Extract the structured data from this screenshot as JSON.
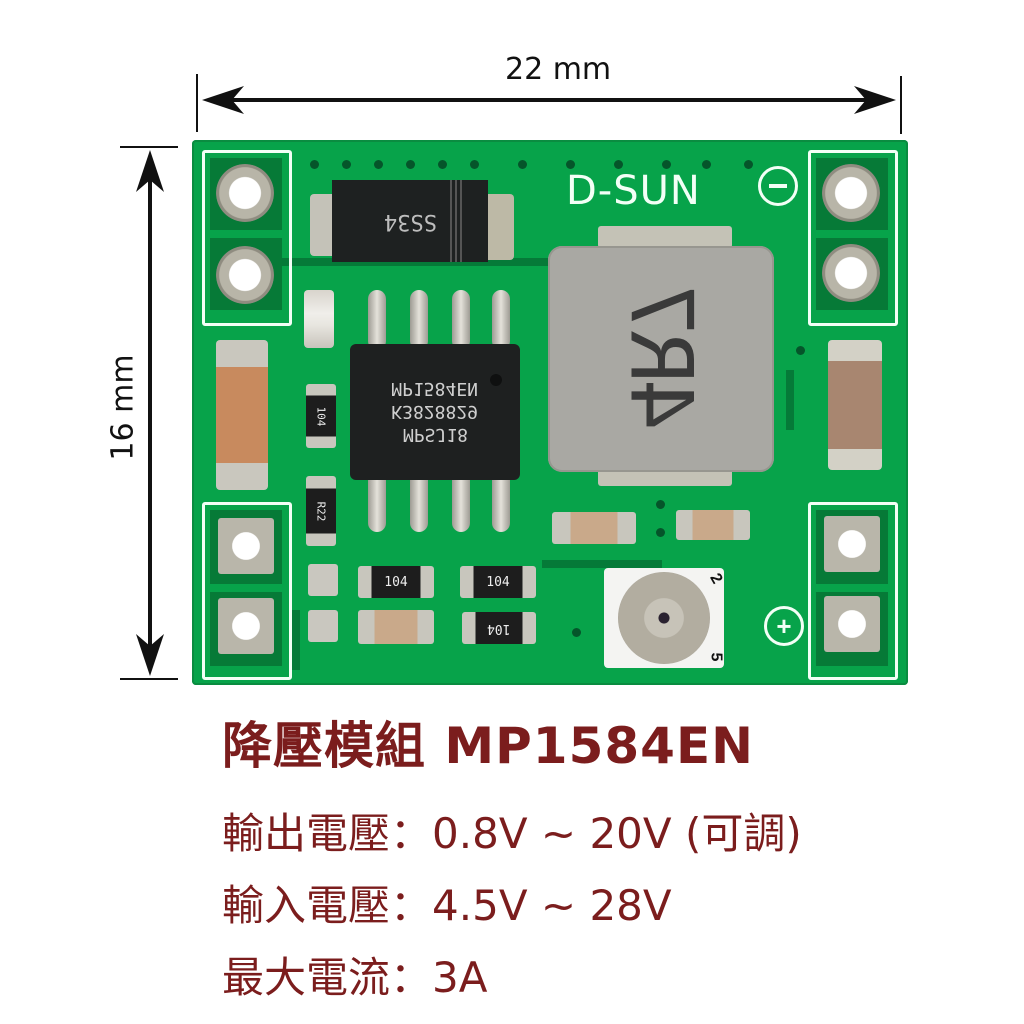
{
  "dimensions": {
    "width_label": "22 mm",
    "height_label": "16 mm"
  },
  "board": {
    "brand_silkscreen": "D-SUN",
    "minus_symbol": "−",
    "plus_symbol": "+",
    "diode_marking": "SS34",
    "ic_marking_lines": [
      "MP1584EN",
      "K3828829",
      "MPSJ18"
    ],
    "inductor_marking": "4R7",
    "resistor_markings": [
      "104",
      "104",
      "104",
      "104",
      "R22"
    ],
    "pot_markings": [
      "2",
      "5"
    ],
    "colors": {
      "pcb_green": "#07a34a",
      "silkscreen": "#f2fff6",
      "text_red": "#7b1d1d"
    }
  },
  "specs": {
    "title": "降壓模組 MP1584EN",
    "lines": [
      {
        "label": "輸出電壓",
        "sep": "：",
        "value": "0.8V ~ 20V (可調)"
      },
      {
        "label": "輸入電壓",
        "sep": "：",
        "value": "4.5V ~ 28V"
      },
      {
        "label": "最大電流",
        "sep": "：",
        "value": "3A"
      }
    ]
  }
}
